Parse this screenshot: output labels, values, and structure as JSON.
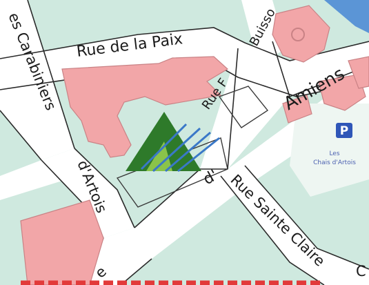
{
  "colors": {
    "block_fill": "#cfe9df",
    "street_fill": "#ffffff",
    "street_edge": "#2a2a2a",
    "building_fill": "#f2a6a8",
    "building_edge": "#c98285",
    "parking_blue": "#2f56b8",
    "logo_dark_green": "#2e7a2a",
    "logo_blue": "#3a78c8",
    "logo_light_green": "#8ac34a",
    "poi_blue": "#4a5fb0",
    "bottom_stripe": "#e23a3a",
    "corner_arrow": "#5b95d6"
  },
  "streets": {
    "rue_de_la_paix": "Rue de la Paix",
    "buisson": "Buisso",
    "carabiniers": "es Carabiniers",
    "artois": "d'Artois",
    "rue_f": "Rue F",
    "amiens": "Amiens",
    "d_prefix": "d'",
    "sainte_claire": "Rue Sainte Claire",
    "bottom_e": "e",
    "bottom_c": "C"
  },
  "poi": {
    "parking_letter": "P",
    "name_line1": "Les",
    "name_line2": "Chais d'Artois"
  },
  "icons": {
    "parking": "parking-icon",
    "logo": "logo-icon",
    "arrow": "arrow-icon"
  }
}
